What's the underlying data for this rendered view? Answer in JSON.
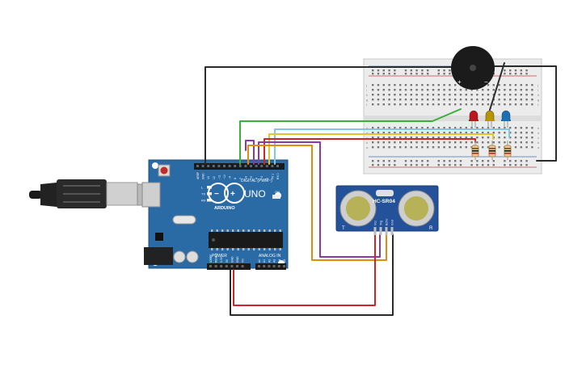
{
  "arduino": {
    "brand": "ARDUINO",
    "model": "UNO",
    "digital_label": "DIGITAL (PWM~)",
    "power_label": "POWER",
    "analog_label": "ANALOG IN",
    "digital_pins": [
      "AREF",
      "GND",
      "13",
      "12",
      "~11",
      "~10",
      "~9",
      "8",
      "7",
      "~6",
      "~5",
      "4",
      "~3",
      "2",
      "TX 1",
      "RX 0"
    ],
    "power_pins": [
      "IOREF",
      "RESET",
      "3.3V",
      "5V",
      "GND",
      "GND",
      "Vin"
    ],
    "analog_pins": [
      "A0",
      "A1",
      "A2",
      "A3",
      "A4",
      "A5"
    ],
    "led_labels": [
      "L",
      "TX",
      "RX"
    ],
    "on_label": "ON"
  },
  "sensor": {
    "model": "HC-SR04",
    "left_mark": "T",
    "right_mark": "R",
    "pins": [
      "Vcc",
      "Trig",
      "Echo",
      "Gnd"
    ]
  },
  "breadboard": {
    "row_letters": [
      "j",
      "i",
      "h",
      "g",
      "f",
      "e",
      "d",
      "c",
      "b",
      "a"
    ]
  },
  "buzzer": {
    "plus": "+",
    "minus": "−"
  },
  "leds": [
    {
      "color_name": "red",
      "color": "#c0141c"
    },
    {
      "color_name": "yellow",
      "color": "#b89400"
    },
    {
      "color_name": "blue",
      "color": "#1a6fb5"
    }
  ],
  "wire_colors": {
    "black": "#2b2b2b",
    "green": "#3cae3a",
    "light_blue": "#7ec9e6",
    "yellow": "#e0c52c",
    "red": "#d12424",
    "purple": "#8a3aa8",
    "orange": "#e38a12"
  },
  "board_color": "#2a6aa5"
}
